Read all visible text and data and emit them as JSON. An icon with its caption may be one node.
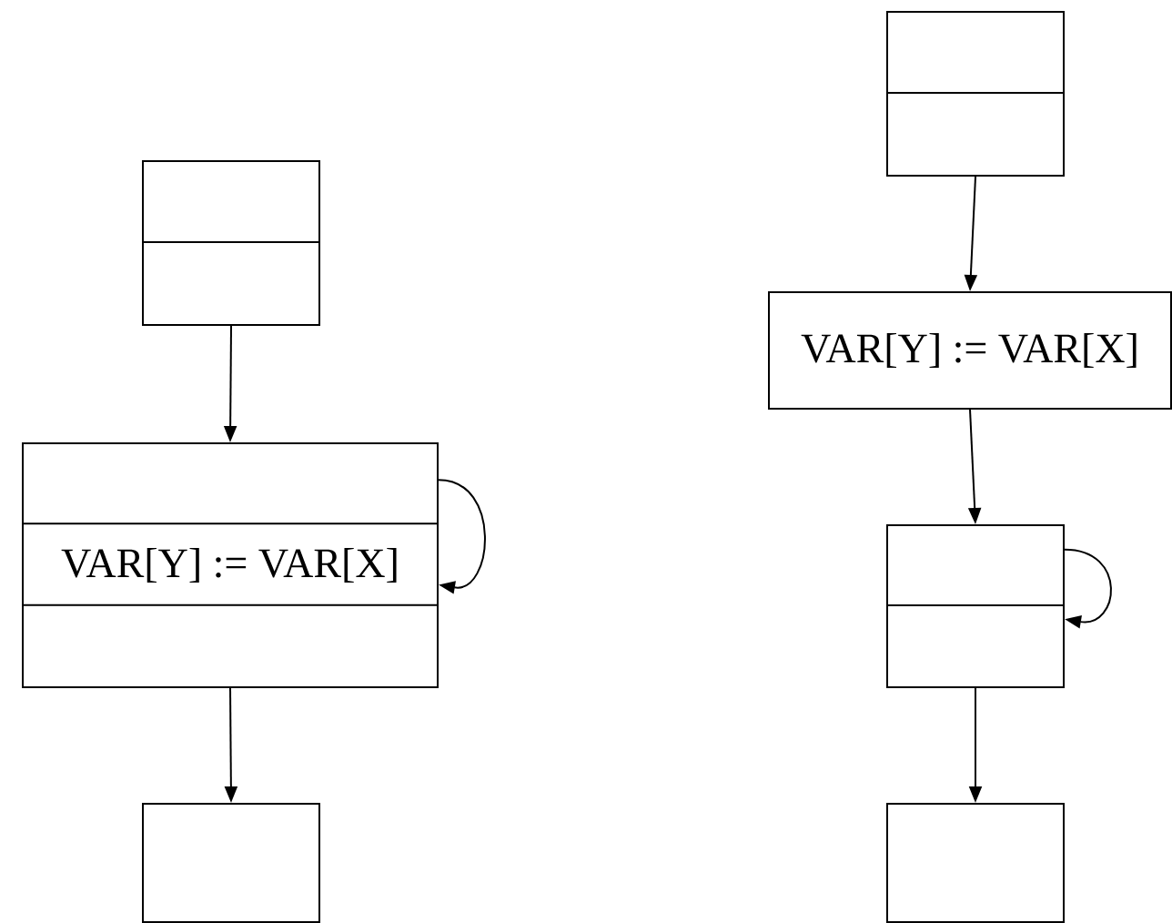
{
  "diagram": {
    "nodes": [
      {
        "text": [],
        "shape": "box"
      },
      {
        "text": [
          "VAR[Y] := VAR[X]"
        ]
      },
      {
        "text": [],
        "shape": "box"
      },
      {
        "text": [],
        "shape": "box"
      },
      {
        "text": [
          "VAR[Y] := VAR[X]"
        ]
      },
      {
        "text": [],
        "shape": "box"
      },
      {
        "text": [],
        "shape": "box"
      }
    ],
    "edges": [
      {
        "from": 0,
        "to": 1,
        "arrow": "to"
      },
      {
        "from": 1,
        "to": 1,
        "arrow": "to"
      },
      {
        "from": 1,
        "to": 2,
        "arrow": "to"
      },
      {
        "from": 3,
        "to": 4,
        "arrow": "to"
      },
      {
        "from": 4,
        "to": 5,
        "arrow": "to"
      },
      {
        "from": 5,
        "to": 5,
        "arrow": "to"
      },
      {
        "from": 5,
        "to": 6,
        "arrow": "to"
      }
    ]
  }
}
